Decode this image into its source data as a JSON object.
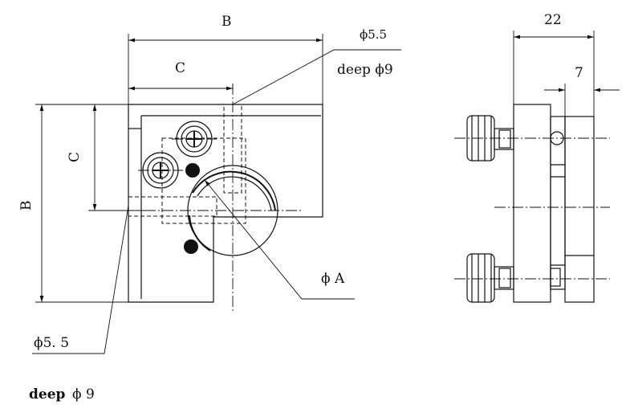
{
  "labels": {
    "dim_b_top": "B",
    "dim_c_top": "C",
    "dim_b_left": "B",
    "dim_c_left": "C",
    "phi_a": "ϕ A",
    "hole_top_dia": "ϕ5.5",
    "hole_top_deep": "deep ϕ9",
    "hole_bot_dia": "ϕ5. 5",
    "hole_bot_deep_word": "deep",
    "hole_bot_deep_dia": "ϕ 9",
    "dim_22": "22",
    "dim_7": "7"
  },
  "colors": {
    "ink": "#111111",
    "paper": "#ffffff"
  }
}
